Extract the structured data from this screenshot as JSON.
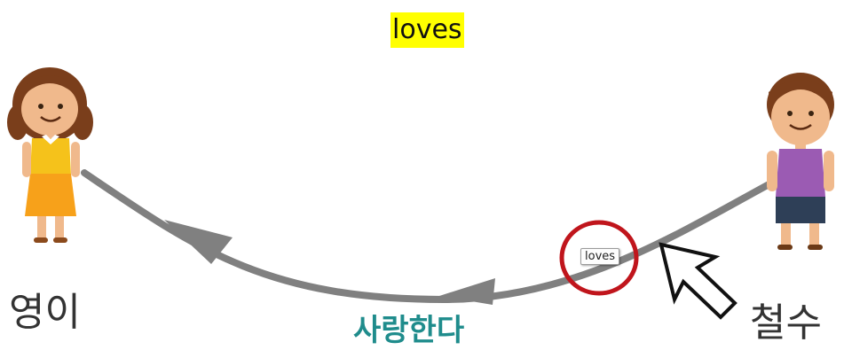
{
  "top_word": "loves",
  "left_person": {
    "name": "영이"
  },
  "right_person": {
    "name": "철수"
  },
  "verb_korean": "사랑한다",
  "tooltip_text": "loves",
  "colors": {
    "highlight": "#ffff00",
    "arrow": "#808080",
    "verb": "#1f8c8c",
    "circle": "#c0151c"
  }
}
